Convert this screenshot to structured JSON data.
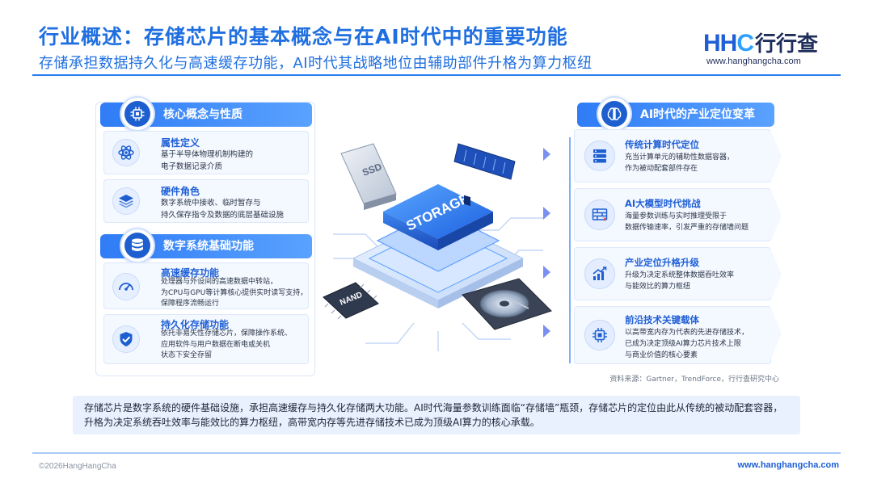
{
  "header": {
    "title": "行业概述：存储芯片的基本概念与在AI时代中的重要功能",
    "subtitle": "存储承担数据持久化与高速缓存功能，AI时代其战略地位由辅助部件升格为算力枢纽",
    "logo_mark_a": "HH",
    "logo_mark_c": "C",
    "logo_cn": "行行查",
    "logo_url": "www.hanghangcha.com"
  },
  "left": {
    "section1": {
      "title": "核心概念与性质",
      "icon": "chip-icon",
      "cards": [
        {
          "title": "属性定义",
          "icon": "atom-icon",
          "text": [
            "基于半导体物理机制构建的",
            "电子数据记录介质"
          ]
        },
        {
          "title": "硬件角色",
          "icon": "layers-icon",
          "text": [
            "数字系统中接收、临时暂存与",
            "持久保存指令及数据的底层基础设施"
          ]
        }
      ]
    },
    "section2": {
      "title": "数字系统基础功能",
      "icon": "database-icon",
      "cards": [
        {
          "title": "高速缓存功能",
          "icon": "gauge-icon",
          "text": [
            "处理器与外设间的高速数据中转站，",
            "为CPU与GPU等计算核心提供实时读写支持，",
            "保障程序流畅运行"
          ]
        },
        {
          "title": "持久化存储功能",
          "icon": "shield-check-icon",
          "text": [
            "依托非易失性存储芯片，保障操作系统、",
            "应用软件与用户数据在断电或关机",
            "状态下安全存留"
          ]
        }
      ]
    }
  },
  "illustration": {
    "chip_label": "STORAGE",
    "ssd_label": "SSD",
    "nand_label": "NAND"
  },
  "right": {
    "title": "AI时代的产业定位变革",
    "icon": "brain-icon",
    "cards": [
      {
        "title": "传统计算时代定位",
        "icon": "server-icon",
        "text": [
          "充当计算单元的辅助性数据容器，",
          "作为被动配套部件存在"
        ]
      },
      {
        "title": "AI大模型时代挑战",
        "icon": "firewall-icon",
        "text": [
          "海量参数训练与实时推理受限于",
          "数据传输速率，引发严重的存储墙问题"
        ]
      },
      {
        "title": "产业定位升格升级",
        "icon": "growth-chart-icon",
        "text": [
          "升级为决定系统整体数据吞吐效率",
          "与能效比的算力枢纽"
        ]
      },
      {
        "title": "前沿技术关键载体",
        "icon": "processor-icon",
        "text": [
          "以高带宽内存为代表的先进存储技术，",
          "已成为决定顶级AI算力芯片技术上限",
          "与商业价值的核心要素"
        ]
      }
    ]
  },
  "source": "资料来源：Gartner，TrendForce，行行查研究中心",
  "summary": "存储芯片是数字系统的硬件基础设施，承担高速缓存与持久化存储两大功能。AI时代海量参数训练面临“存储墙”瓶颈，存储芯片的定位由此从传统的被动配套容器，升格为决定系统吞吐效率与能效比的算力枢纽，高带宽内存等先进存储技术已成为顶级AI算力的核心承载。",
  "footer": {
    "copyright": "©2026HangHangCha",
    "url": "www.hanghangcha.com"
  },
  "colors": {
    "accent": "#1f6fe0",
    "header_bar": "#2f7cf6",
    "card_bg": "#f4f8ff",
    "summary_bg": "#e9f1ff"
  }
}
